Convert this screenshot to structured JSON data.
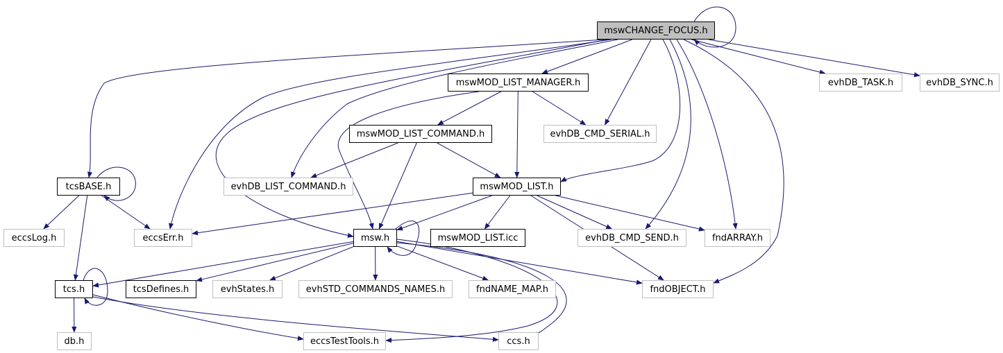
{
  "graph": {
    "nodes": [
      {
        "id": "msw_change_focus",
        "label": "mswCHANGE_FOCUS.h",
        "kind": "root"
      },
      {
        "id": "evhdb_task",
        "label": "evhDB_TASK.h",
        "kind": "external"
      },
      {
        "id": "evhdb_sync",
        "label": "evhDB_SYNC.h",
        "kind": "external"
      },
      {
        "id": "msw_mod_list_manager",
        "label": "mswMOD_LIST_MANAGER.h",
        "kind": "documented"
      },
      {
        "id": "msw_mod_list_command",
        "label": "mswMOD_LIST_COMMAND.h",
        "kind": "documented"
      },
      {
        "id": "evhdb_cmd_serial",
        "label": "evhDB_CMD_SERIAL.h",
        "kind": "external"
      },
      {
        "id": "tcsbase",
        "label": "tcsBASE.h",
        "kind": "documented"
      },
      {
        "id": "evhdb_list_command",
        "label": "evhDB_LIST_COMMAND.h",
        "kind": "external"
      },
      {
        "id": "msw_mod_list",
        "label": "mswMOD_LIST.h",
        "kind": "documented"
      },
      {
        "id": "eccslog",
        "label": "eccsLog.h",
        "kind": "external"
      },
      {
        "id": "eccserr",
        "label": "eccsErr.h",
        "kind": "external"
      },
      {
        "id": "msw",
        "label": "msw.h",
        "kind": "documented"
      },
      {
        "id": "msw_mod_list_icc",
        "label": "mswMOD_LIST.icc",
        "kind": "documented"
      },
      {
        "id": "evhdb_cmd_send",
        "label": "evhDB_CMD_SEND.h",
        "kind": "external"
      },
      {
        "id": "fndarray",
        "label": "fndARRAY.h",
        "kind": "external"
      },
      {
        "id": "tcs",
        "label": "tcs.h",
        "kind": "documented"
      },
      {
        "id": "tcsdefines",
        "label": "tcsDefines.h",
        "kind": "documented"
      },
      {
        "id": "evhstates",
        "label": "evhStates.h",
        "kind": "external"
      },
      {
        "id": "evhstd_commands_names",
        "label": "evhSTD_COMMANDS_NAMES.h",
        "kind": "external"
      },
      {
        "id": "fndname_map",
        "label": "fndNAME_MAP.h",
        "kind": "external"
      },
      {
        "id": "fndobject",
        "label": "fndOBJECT.h",
        "kind": "external"
      },
      {
        "id": "db",
        "label": "db.h",
        "kind": "external"
      },
      {
        "id": "eccstesttools",
        "label": "eccsTestTools.h",
        "kind": "external"
      },
      {
        "id": "ccs",
        "label": "ccs.h",
        "kind": "external"
      }
    ],
    "edges": [
      [
        "msw_change_focus",
        "msw_change_focus"
      ],
      [
        "msw_change_focus",
        "evhdb_task"
      ],
      [
        "msw_change_focus",
        "evhdb_sync"
      ],
      [
        "msw_change_focus",
        "msw_mod_list_manager"
      ],
      [
        "msw_change_focus",
        "tcsbase"
      ],
      [
        "msw_change_focus",
        "eccserr"
      ],
      [
        "msw_change_focus",
        "evhdb_list_command"
      ],
      [
        "msw_change_focus",
        "msw"
      ],
      [
        "msw_change_focus",
        "evhdb_cmd_serial"
      ],
      [
        "msw_change_focus",
        "msw_mod_list"
      ],
      [
        "msw_change_focus",
        "evhdb_cmd_send"
      ],
      [
        "msw_change_focus",
        "fndarray"
      ],
      [
        "msw_change_focus",
        "fndobject"
      ],
      [
        "msw_mod_list_manager",
        "msw_mod_list_command"
      ],
      [
        "msw_mod_list_manager",
        "evhdb_cmd_serial"
      ],
      [
        "msw_mod_list_manager",
        "msw_mod_list"
      ],
      [
        "msw_mod_list_manager",
        "msw"
      ],
      [
        "msw_mod_list_command",
        "evhdb_list_command"
      ],
      [
        "msw_mod_list_command",
        "msw_mod_list"
      ],
      [
        "msw_mod_list_command",
        "msw"
      ],
      [
        "tcsbase",
        "tcsbase"
      ],
      [
        "tcsbase",
        "eccslog"
      ],
      [
        "tcsbase",
        "eccserr"
      ],
      [
        "tcsbase",
        "tcs"
      ],
      [
        "msw_mod_list",
        "eccserr"
      ],
      [
        "msw_mod_list",
        "msw"
      ],
      [
        "msw_mod_list",
        "msw_mod_list_icc"
      ],
      [
        "msw_mod_list",
        "evhdb_cmd_send"
      ],
      [
        "msw_mod_list",
        "fndarray"
      ],
      [
        "msw_mod_list",
        "fndobject"
      ],
      [
        "msw",
        "msw"
      ],
      [
        "msw",
        "tcs"
      ],
      [
        "msw",
        "tcsdefines"
      ],
      [
        "msw",
        "evhstates"
      ],
      [
        "msw",
        "evhstd_commands_names"
      ],
      [
        "msw",
        "fndname_map"
      ],
      [
        "msw",
        "fndobject"
      ],
      [
        "msw",
        "eccstesttools"
      ],
      [
        "msw",
        "ccs"
      ],
      [
        "tcs",
        "tcs"
      ],
      [
        "tcs",
        "db"
      ],
      [
        "tcs",
        "eccstesttools"
      ],
      [
        "tcs",
        "ccs"
      ]
    ],
    "colors": {
      "edge": "#191970",
      "root_fill": "#bfbfbf",
      "documented_border": "#000000",
      "external_border": "#bfbfbf"
    }
  }
}
